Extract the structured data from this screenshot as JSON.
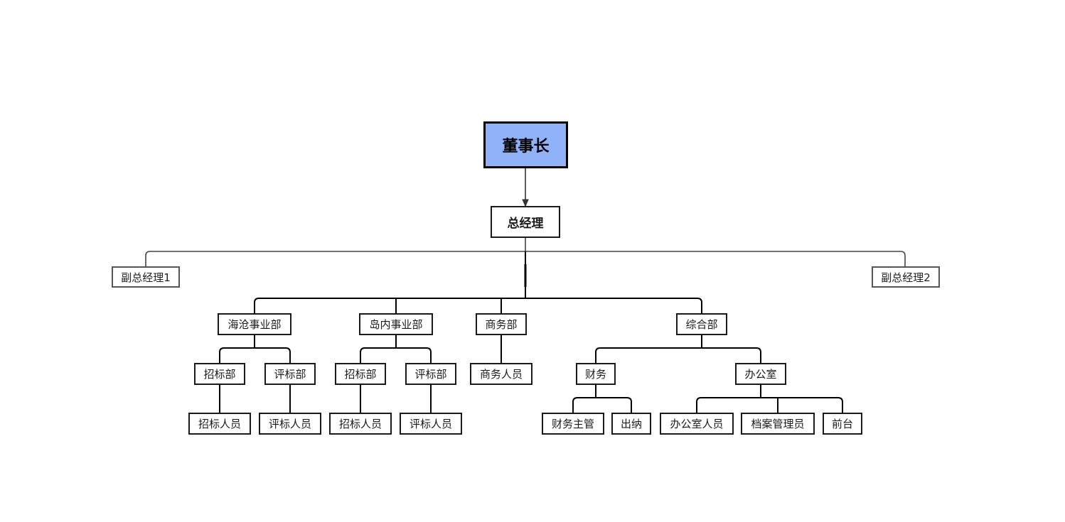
{
  "org_chart": {
    "root": "董事长",
    "general_manager": "总经理",
    "vice_managers": [
      "副总经理1",
      "副总经理2"
    ],
    "departments": {
      "haicang": {
        "name": "海沧事业部",
        "subs": [
          {
            "name": "招标部",
            "staff": "招标人员"
          },
          {
            "name": "评标部",
            "staff": "评标人员"
          }
        ]
      },
      "daonei": {
        "name": "岛内事业部",
        "subs": [
          {
            "name": "招标部",
            "staff": "招标人员"
          },
          {
            "name": "评标部",
            "staff": "评标人员"
          }
        ]
      },
      "business": {
        "name": "商务部",
        "staff": "商务人员"
      },
      "general": {
        "name": "综合部",
        "finance": {
          "name": "财务",
          "staff": [
            "财务主管",
            "出纳"
          ]
        },
        "office": {
          "name": "办公室",
          "staff": [
            "办公室人员",
            "档案管理员",
            "前台"
          ]
        }
      }
    }
  },
  "colors": {
    "root_fill": "#8fb2f8",
    "border": "#1a1a1a",
    "connector": "#000000"
  }
}
